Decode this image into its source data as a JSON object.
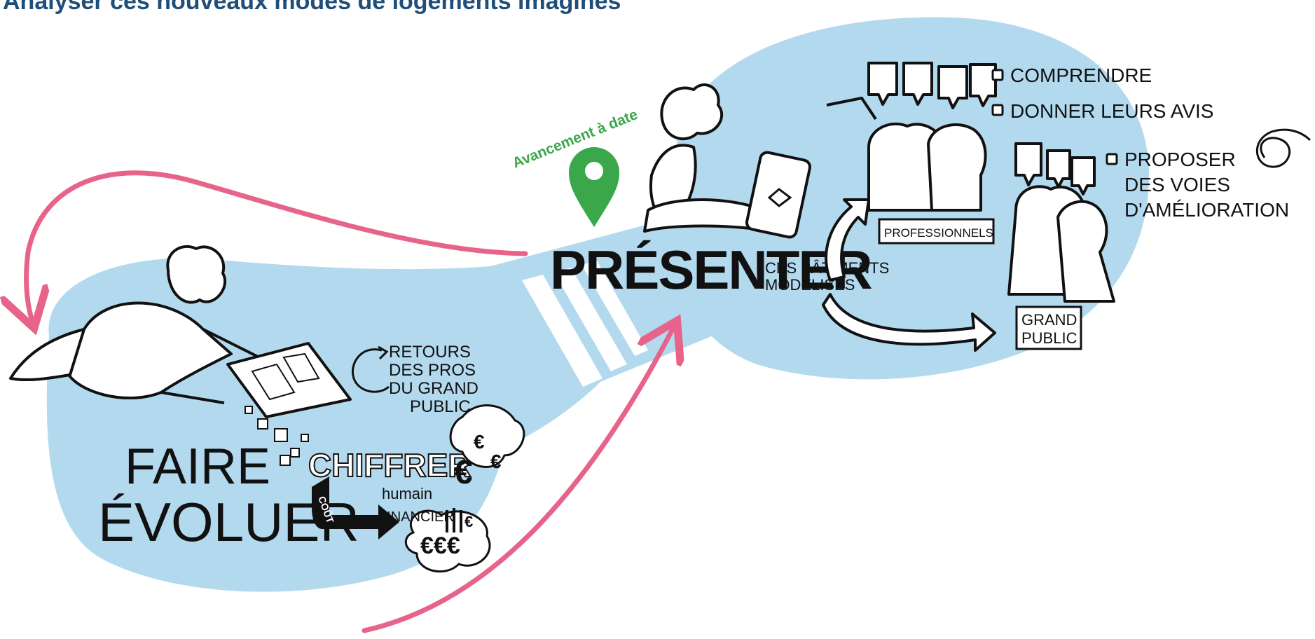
{
  "title": "Analyser ces nouveaux modes de logements imaginés",
  "progress_label": "Avancement à date",
  "presenter": {
    "verb": "PRÉSENTER",
    "object_line1": "CES BÂTIMENTS",
    "object_line2": "MODÉLISÉS"
  },
  "goals": {
    "item1": "COMPRENDRE",
    "item2": "DONNER LEURS AVIS",
    "item3_line1": "PROPOSER",
    "item3_line2": "DES VOIES",
    "item3_line3": "D'AMÉLIORATION"
  },
  "audiences": {
    "pros": "PROFESSIONNELS",
    "public_line1": "GRAND",
    "public_line2": "PUBLIC"
  },
  "feedback": {
    "line1": "RETOURS",
    "line2": "DES PROS",
    "line3": "DU GRAND",
    "line4": "PUBLIC"
  },
  "evolve": {
    "line1": "FAIRE",
    "line2": "ÉVOLUER"
  },
  "cost": {
    "verb": "CHIFFRER",
    "tag": "COÛT",
    "human": "humain",
    "financial": "FINANCIER"
  },
  "colors": {
    "blob": "#b3d9ee",
    "arrow_pink": "#e8638a",
    "title_blue": "#1f4e79",
    "marker_green": "#3aa84a"
  },
  "icons": [
    "map-pin-icon",
    "euro-sign-icon",
    "speech-bubble-icon",
    "tablet-icon",
    "loop-arrow-icon"
  ]
}
